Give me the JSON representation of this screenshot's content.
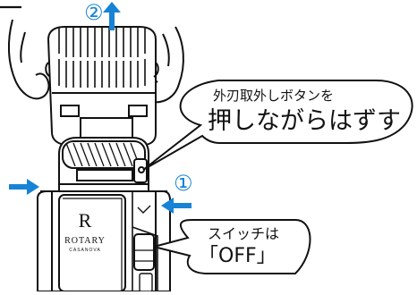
{
  "callouts": {
    "release": {
      "line1": "外刃取外しボタンを",
      "line2": "押しながらはずす"
    },
    "switch": {
      "line1": "スイッチは",
      "line2": "「OFF」"
    }
  },
  "steps": {
    "one": "①",
    "two": "②"
  },
  "device": {
    "logo_letter": "R",
    "brand": "ROTARY",
    "model": "CASANOVA"
  },
  "colors": {
    "accent": "#1683d6",
    "outline": "#111111"
  }
}
